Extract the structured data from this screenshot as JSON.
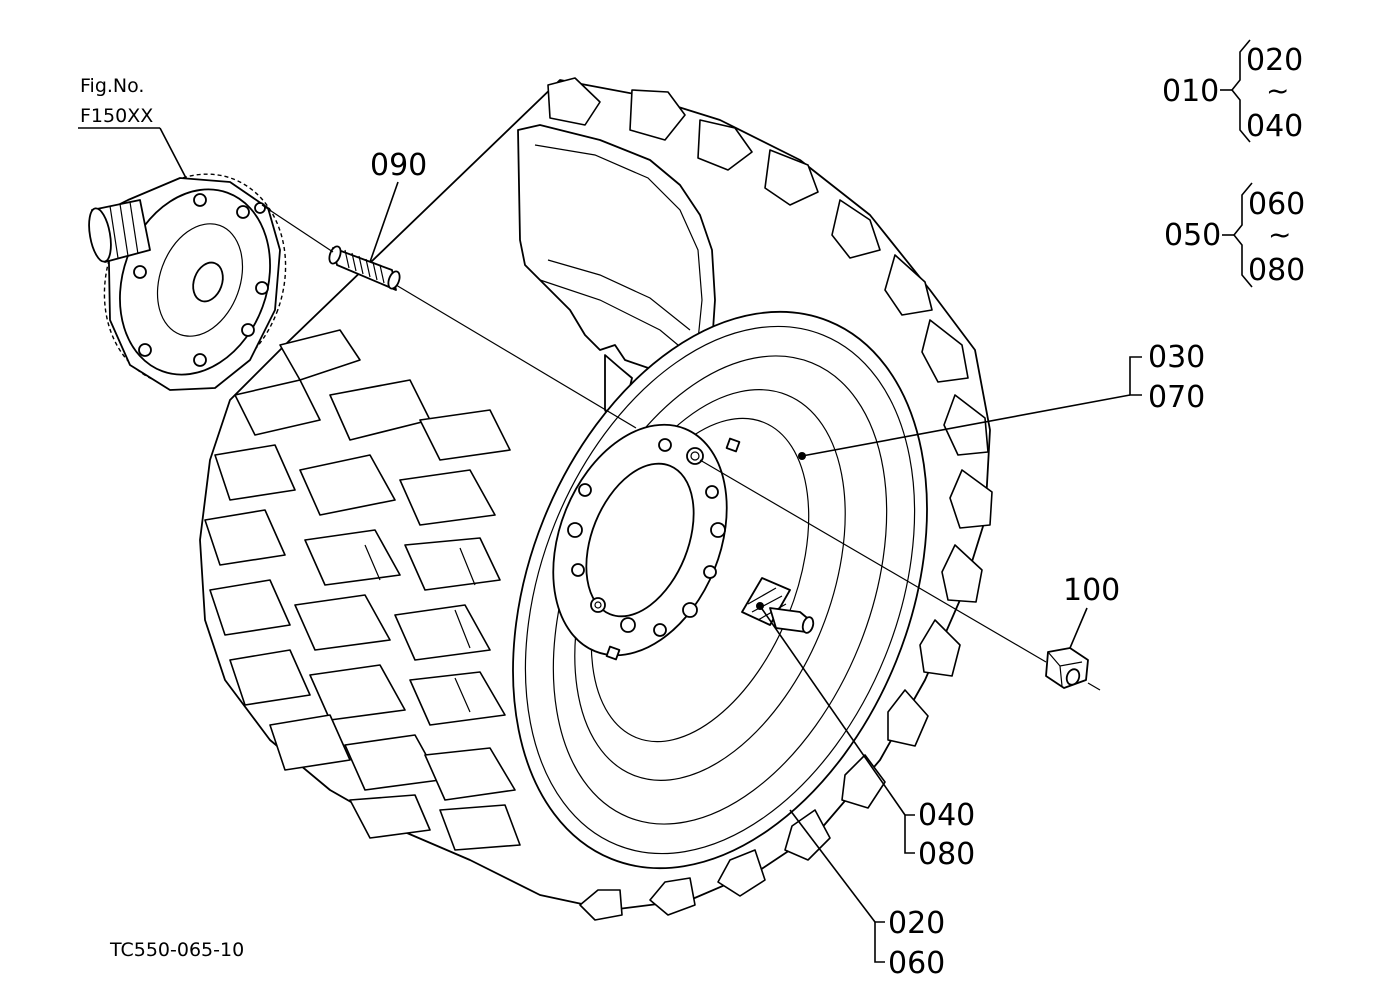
{
  "figure_ref": {
    "line1": "Fig.No.",
    "line2": "F150XX"
  },
  "part_labels": {
    "p090": "090",
    "p100": "100",
    "p030": "030",
    "p070": "070",
    "p040": "040",
    "p080": "080",
    "p020": "020",
    "p060": "060"
  },
  "assemblies": [
    {
      "main": "010",
      "range_start": "020",
      "range_sep": "~",
      "range_end": "040"
    },
    {
      "main": "050",
      "range_start": "060",
      "range_sep": "~",
      "range_end": "080"
    }
  ],
  "drawing_code": "TC550-065-10"
}
